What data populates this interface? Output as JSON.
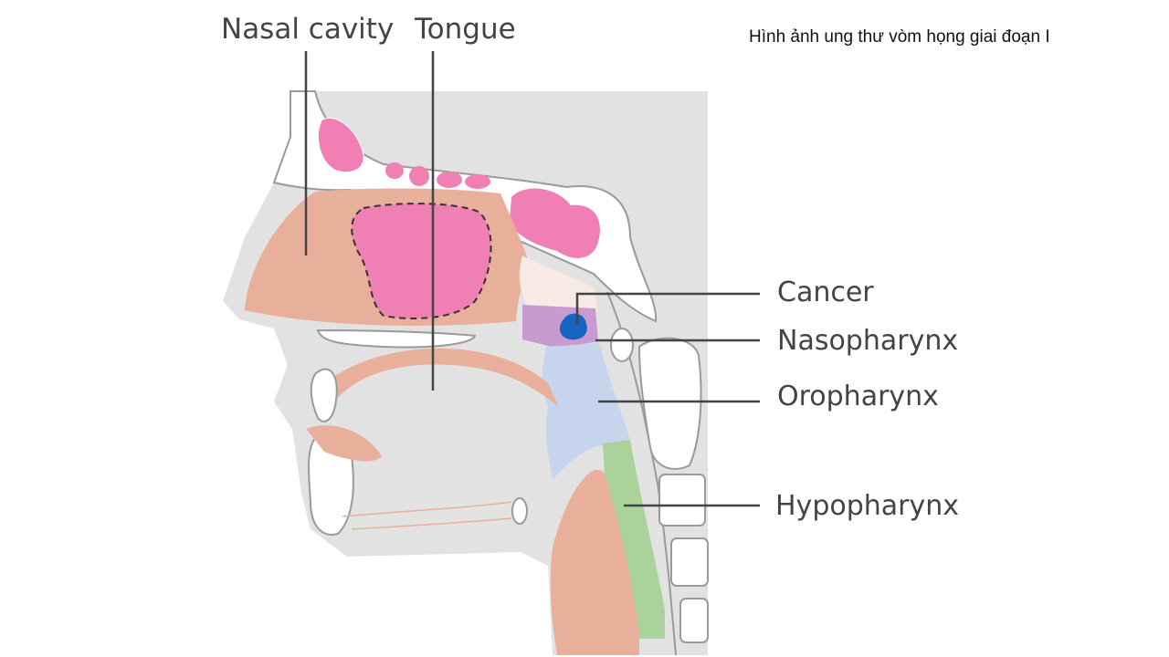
{
  "caption": "Hình ảnh ung thư vòm họng giai đoạn I",
  "labels": {
    "nasal_cavity": "Nasal cavity",
    "tongue": "Tongue",
    "cancer": "Cancer",
    "nasopharynx": "Nasopharynx",
    "oropharynx": "Oropharynx",
    "hypopharynx": "Hypopharynx"
  },
  "colors": {
    "background_tissue": "#e2e2e2",
    "bone": "#ffffff",
    "sinus": "#f07fb4",
    "nasal_cavity": "#e8b09a",
    "nasopharynx": "#c79ad0",
    "oropharynx": "#c7d4ee",
    "hypopharynx": "#a9d39a",
    "tumor": "#1565c0",
    "leader_line": "#444444"
  }
}
